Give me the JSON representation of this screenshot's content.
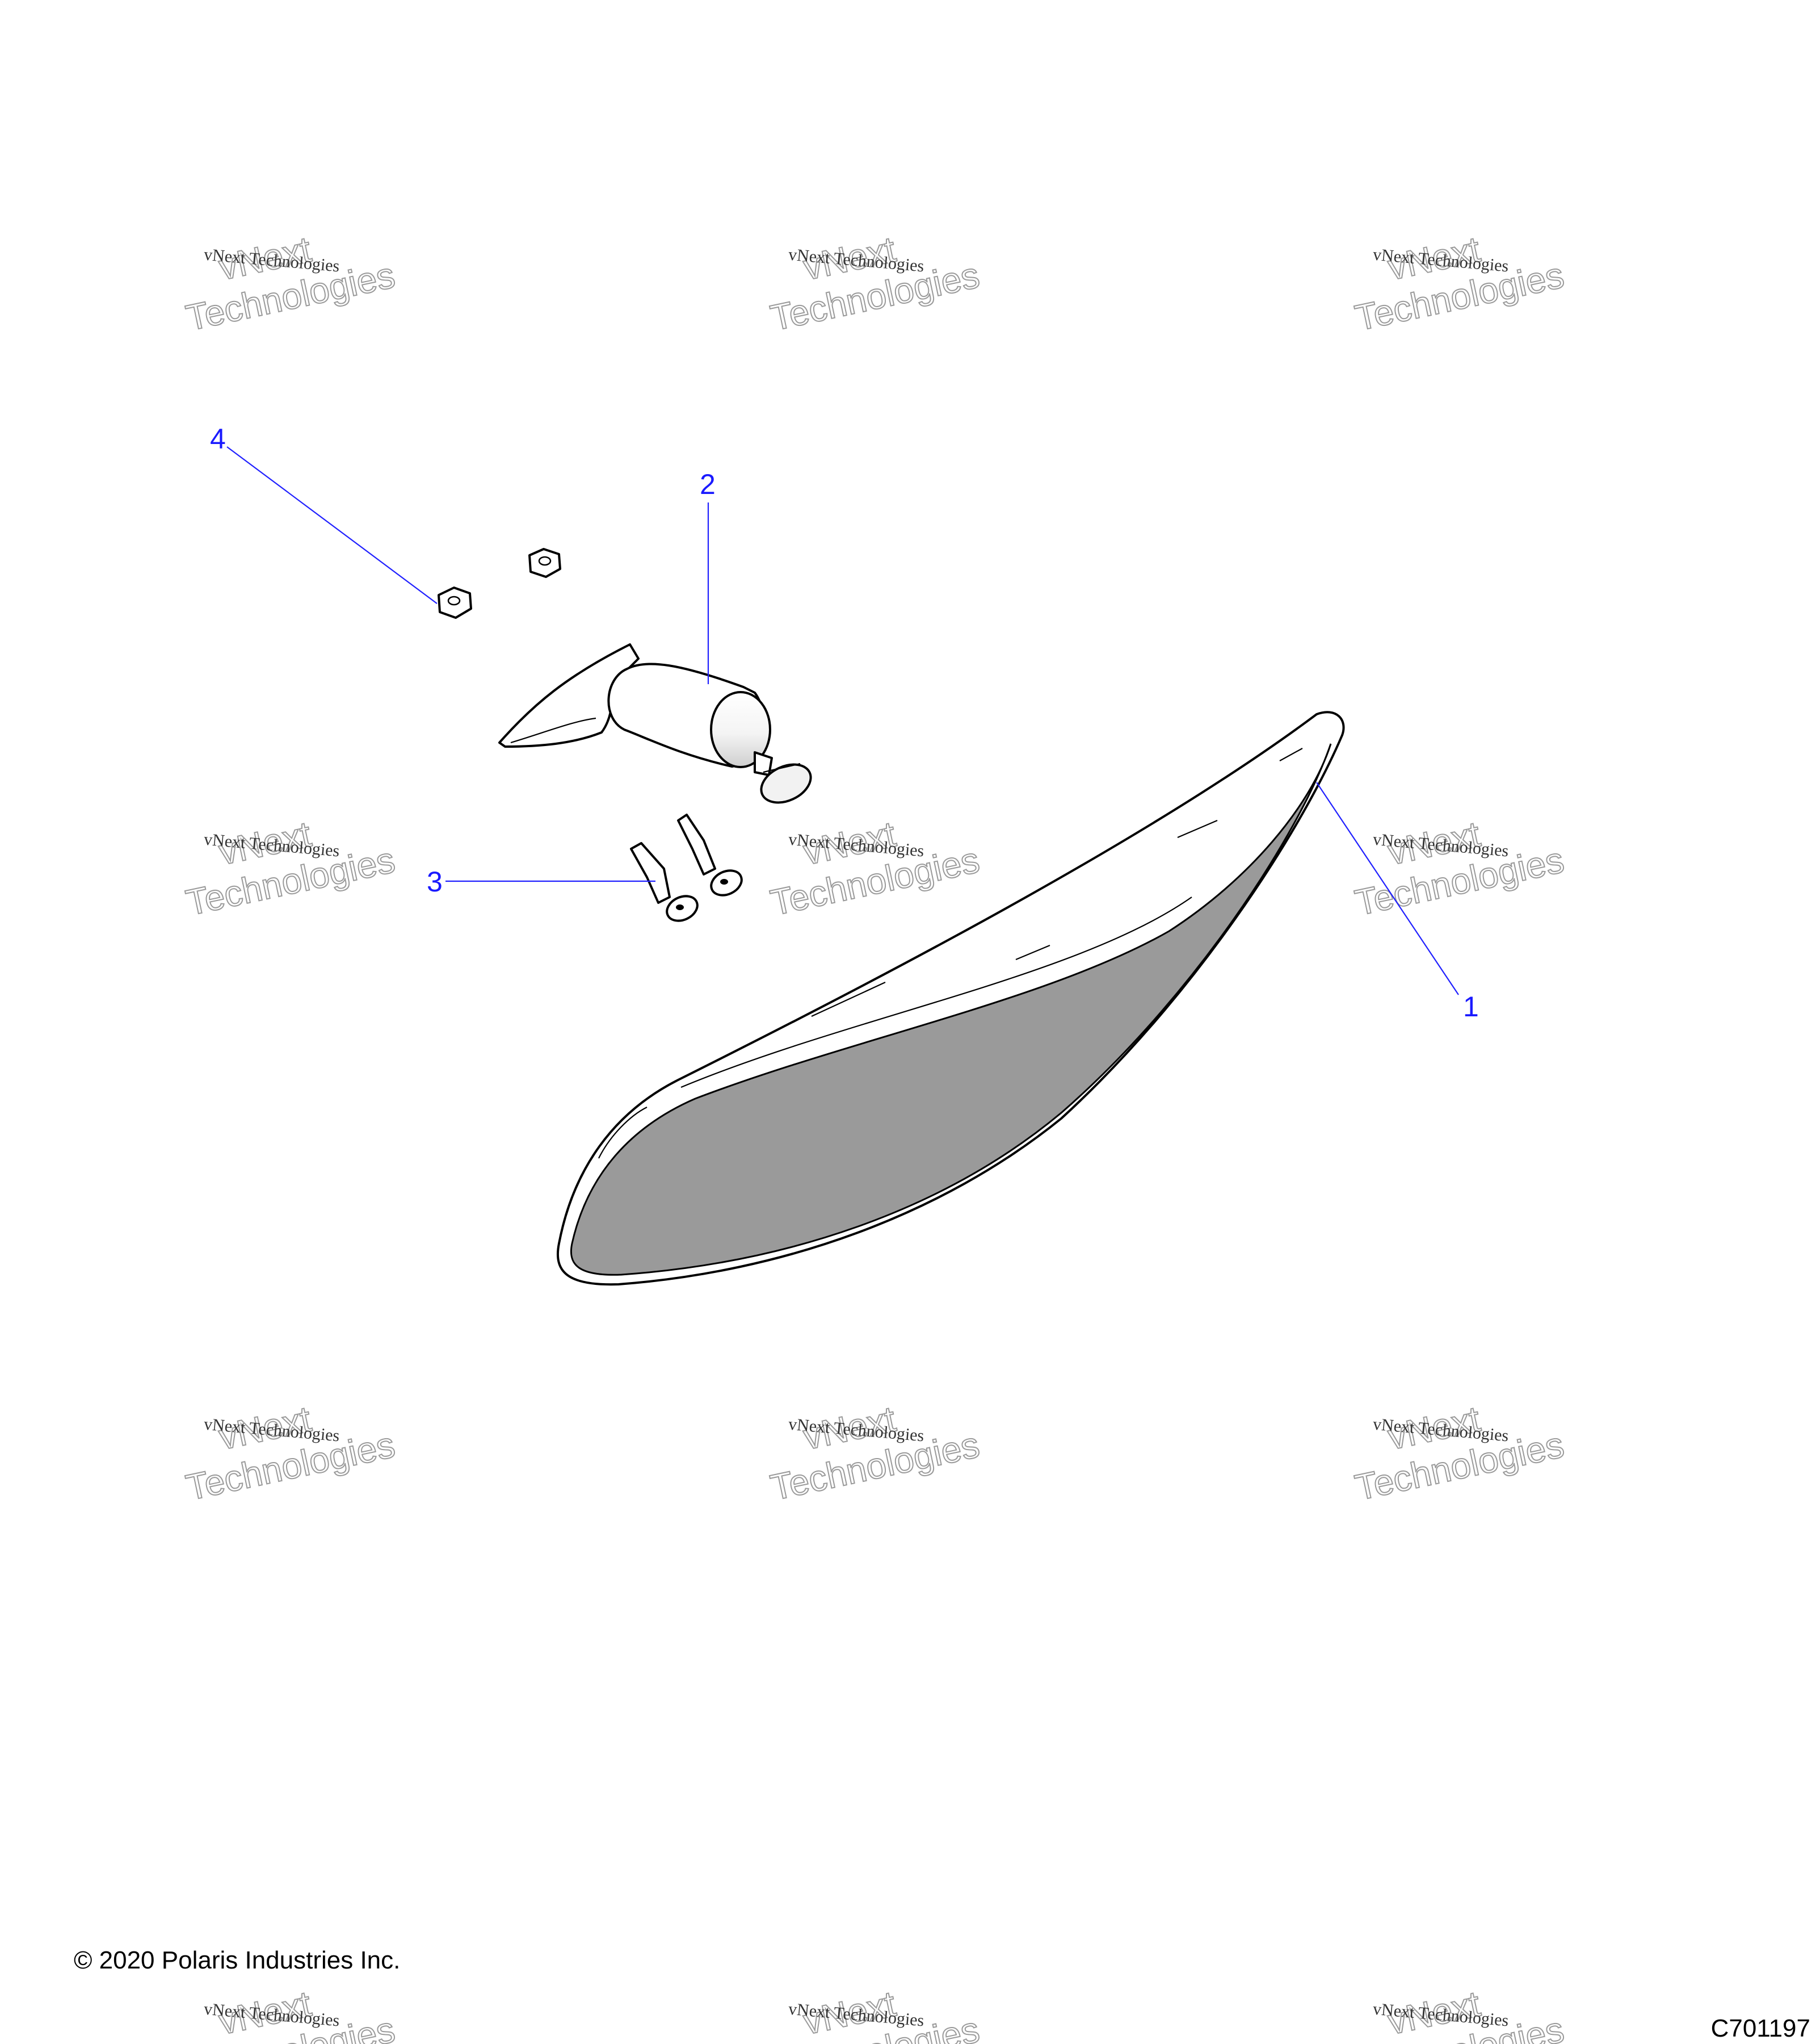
{
  "callouts": [
    {
      "number": "1",
      "part": "mirror-glass"
    },
    {
      "number": "2",
      "part": "mirror-mount-arm"
    },
    {
      "number": "3",
      "part": "screws"
    },
    {
      "number": "4",
      "part": "nuts"
    }
  ],
  "watermark": {
    "small_text": "vNext Technologies",
    "large_line1": "vNext",
    "large_line2": "Technologies"
  },
  "footer": {
    "copyright": "© 2020 Polaris Industries Inc.",
    "figure_code": "C701197"
  },
  "colors": {
    "callout": "#1a1aff",
    "lens_fill": "#9a9a9a",
    "line": "#000000"
  }
}
